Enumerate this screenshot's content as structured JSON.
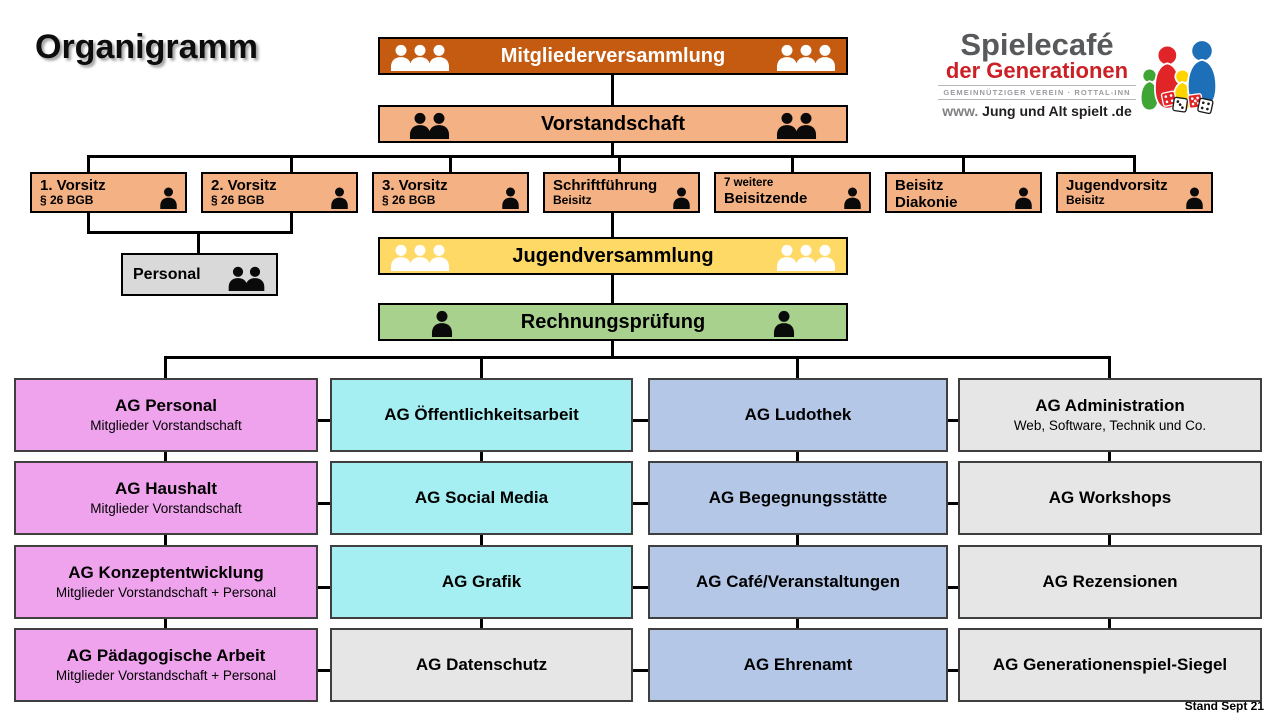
{
  "page": {
    "title": "Organigramm",
    "footer": "Stand Sept 21"
  },
  "logo": {
    "name_line1": "Spielecafé",
    "name_line2": "der Generationen",
    "tagline": "GEMEINNÜTZIGER VEREIN · ROTTAL-INN",
    "url_prefix": "www.",
    "url_main": "Jung und Alt spielt",
    "url_suffix": ".de"
  },
  "banners": {
    "mitgliederversammlung": "Mitgliederversammlung",
    "vorstandschaft": "Vorstandschaft",
    "jugendversammlung": "Jugendversammlung",
    "rechnungspruefung": "Rechnungsprüfung"
  },
  "personal": {
    "label": "Personal"
  },
  "board": [
    {
      "line1": "1. Vorsitz",
      "line2": "§ 26 BGB"
    },
    {
      "line1": "2. Vorsitz",
      "line2": "§ 26 BGB"
    },
    {
      "line1": "3. Vorsitz",
      "line2": "§ 26 BGB"
    },
    {
      "line1": "Schriftführung",
      "line2": "Beisitz"
    },
    {
      "line1": "7 weitere",
      "line2": "Beisitzende"
    },
    {
      "line1": "Beisitz",
      "line2": "Diakonie"
    },
    {
      "line1": "Jugendvorsitz",
      "line2": "Beisitz"
    }
  ],
  "workgroups": {
    "columns": [
      {
        "name": "personal-column",
        "color": "#EFA3ED",
        "items": [
          {
            "title": "AG Personal",
            "subtitle": "Mitglieder Vorstandschaft"
          },
          {
            "title": "AG Haushalt",
            "subtitle": "Mitglieder Vorstandschaft"
          },
          {
            "title": "AG Konzeptentwicklung",
            "subtitle": "Mitglieder Vorstandschaft + Personal"
          },
          {
            "title": "AG Pädagogische Arbeit",
            "subtitle": "Mitglieder Vorstandschaft + Personal"
          }
        ]
      },
      {
        "name": "media-column",
        "color": "#A5EEF2",
        "items": [
          {
            "title": "AG Öffentlichkeitsarbeit"
          },
          {
            "title": "AG Social Media"
          },
          {
            "title": "AG Grafik"
          },
          {
            "title": "AG Datenschutz"
          }
        ]
      },
      {
        "name": "operations-column",
        "color": "#B4C7E7",
        "items": [
          {
            "title": "AG Ludothek"
          },
          {
            "title": "AG Begegnungsstätte"
          },
          {
            "title": "AG Café/Veranstaltungen"
          },
          {
            "title": "AG Ehrenamt"
          }
        ]
      },
      {
        "name": "admin-column",
        "color": "#E7E6E6",
        "items": [
          {
            "title": "AG Administration",
            "subtitle": "Web, Software, Technik und Co."
          },
          {
            "title": "AG Workshops"
          },
          {
            "title": "AG Rezensionen"
          },
          {
            "title": "AG Generationenspiel-Siegel"
          }
        ]
      }
    ]
  },
  "colors": {
    "mitgliederversammlung_fill": "#C55A11",
    "vorstandschaft_fill": "#F4B183",
    "board_fill": "#F4B183",
    "jugendversammlung_fill": "#FFD966",
    "rechnungspruefung_fill": "#A9D18E",
    "personal_fill": "#D9D9D9",
    "column_personal_fill": "#EFA3ED",
    "column_media_fill": "#A5EEF2",
    "column_operations_fill": "#B4C7E7",
    "column_admin_fill": "#E7E6E6",
    "datenschutz_fill": "#E7E6E6",
    "connector": "#000000",
    "logo_gray": "#58595B",
    "logo_red": "#CB2026"
  }
}
